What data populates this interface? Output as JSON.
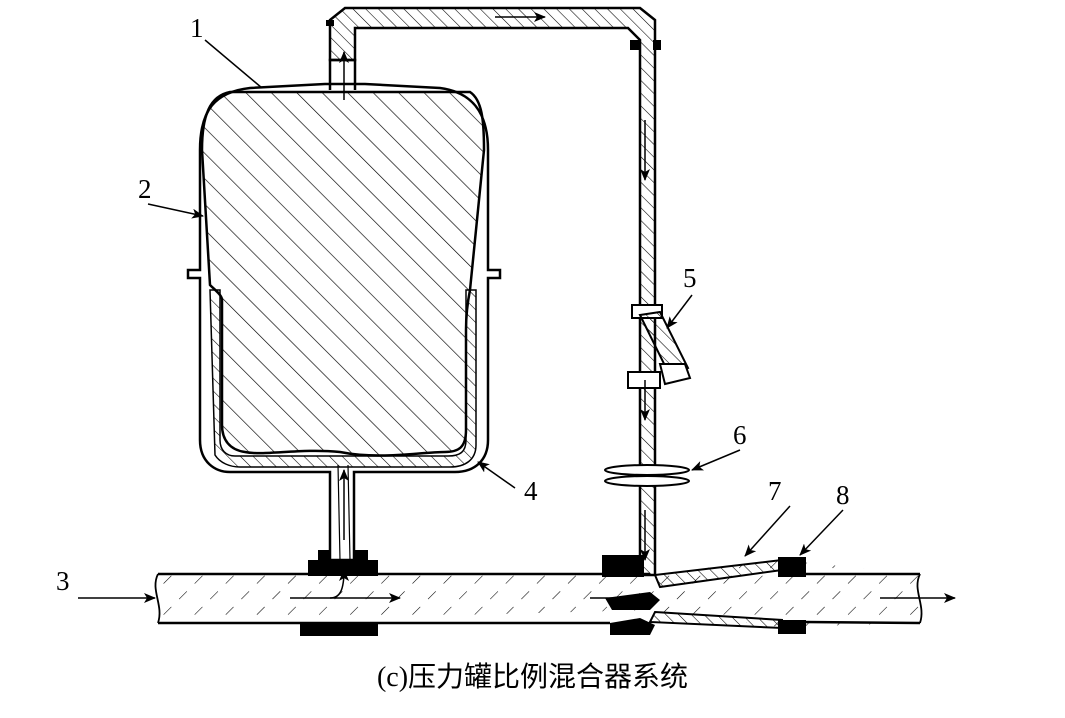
{
  "caption": "(c)压力罐比例混合器系统",
  "labels": {
    "n1": "1",
    "n2": "2",
    "n3": "3",
    "n4": "4",
    "n5": "5",
    "n6": "6",
    "n7": "7",
    "n8": "8"
  }
}
